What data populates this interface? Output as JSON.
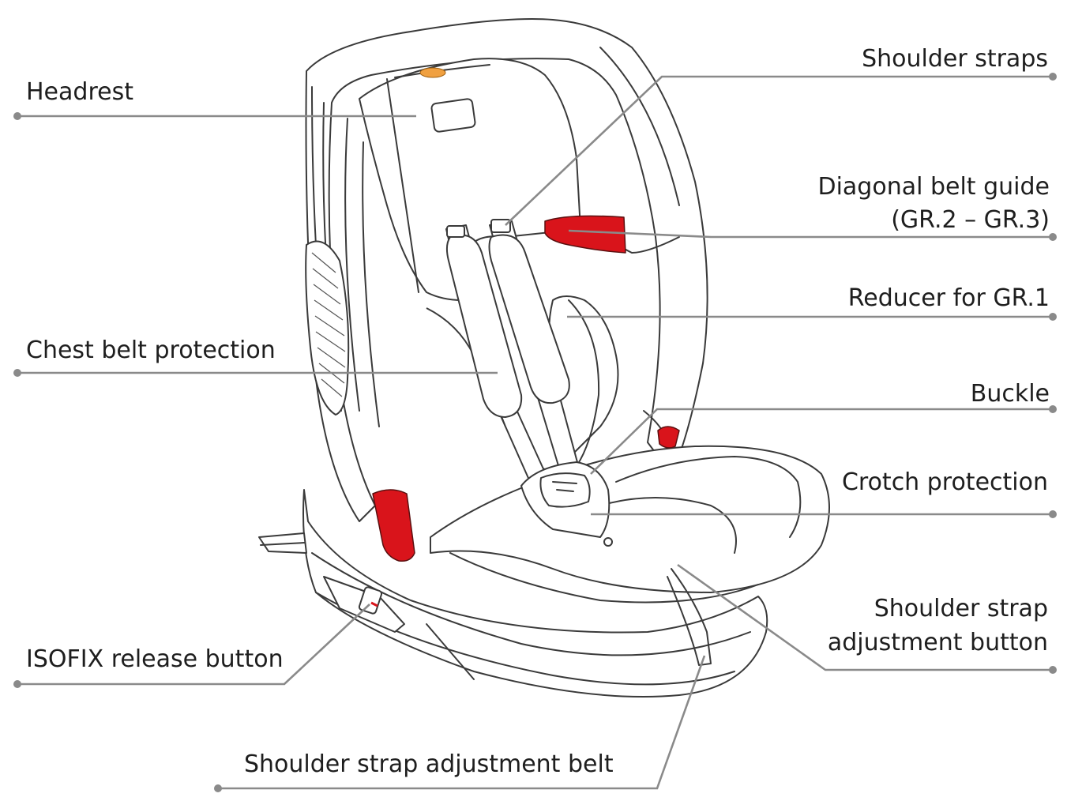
{
  "labels": {
    "headrest": "Headrest",
    "shoulder_straps": "Shoulder straps",
    "diagonal_belt_guide_line1": "Diagonal belt guide",
    "diagonal_belt_guide_line2": "(GR.2 – GR.3)",
    "reducer": "Reducer for GR.1",
    "chest_belt_protection": "Chest belt protection",
    "buckle": "Buckle",
    "crotch_protection": "Crotch protection",
    "strap_adjust_button_line1": "Shoulder strap",
    "strap_adjust_button_line2": "adjustment button",
    "isofix_release": "ISOFIX release button",
    "strap_adjust_belt": "Shoulder strap adjustment belt"
  },
  "colors": {
    "leader": "#8a8a8a",
    "accent_red": "#d9141b",
    "accent_orange": "#f0a040",
    "outline": "#3a3a3a",
    "text": "#1e1e1e"
  }
}
